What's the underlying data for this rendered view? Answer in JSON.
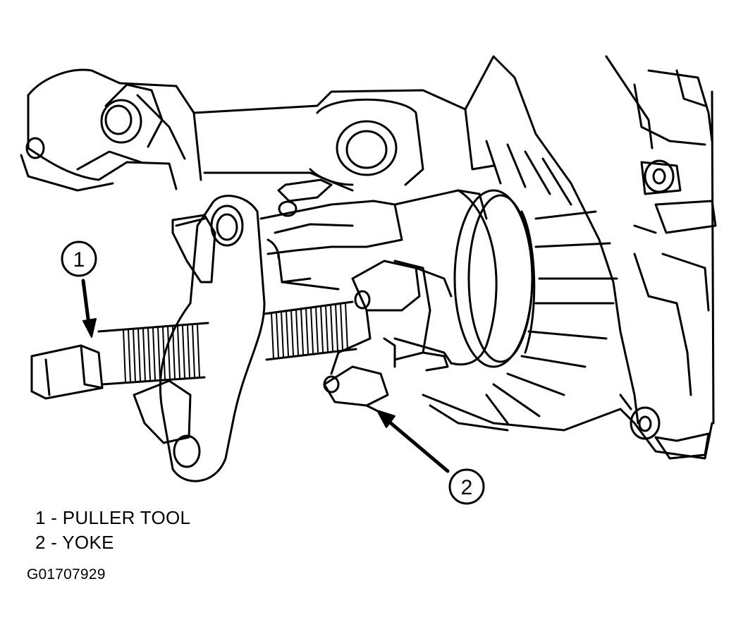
{
  "callouts": [
    {
      "number": "1"
    },
    {
      "number": "2"
    }
  ],
  "legend": [
    {
      "text": "1 - PULLER TOOL"
    },
    {
      "text": "2 - YOKE"
    }
  ],
  "figure_id": "G01707929"
}
